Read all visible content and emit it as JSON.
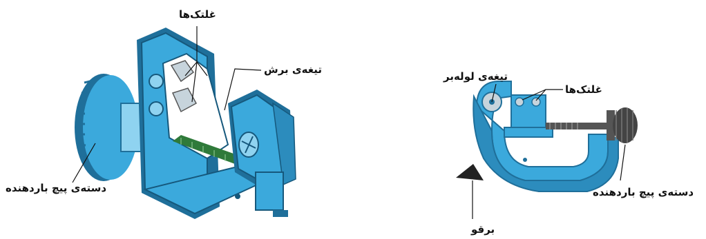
{
  "left_figure": {
    "labels": {
      "rollers": "غلتک‌ها",
      "cutting_blade": "تیغه‌ی برش",
      "feed_screw_knob": "دسته‌ی پیچ باردهنده"
    }
  },
  "right_figure": {
    "labels": {
      "pipe_cutter_blade": "تیغه‌ی لوله‌بر",
      "rollers": "غلتک‌ها",
      "feed_screw_knob": "دسته‌ی پیچ باردهنده",
      "reamer": "برقو"
    }
  },
  "colors": {
    "tool_body": "#3ba9dc",
    "tool_dark": "#1f6f9a",
    "tool_light": "#8fd3f0",
    "steel": "#c7d4dc",
    "reamer": "#222222",
    "thread_green": "#2f7a3a"
  }
}
